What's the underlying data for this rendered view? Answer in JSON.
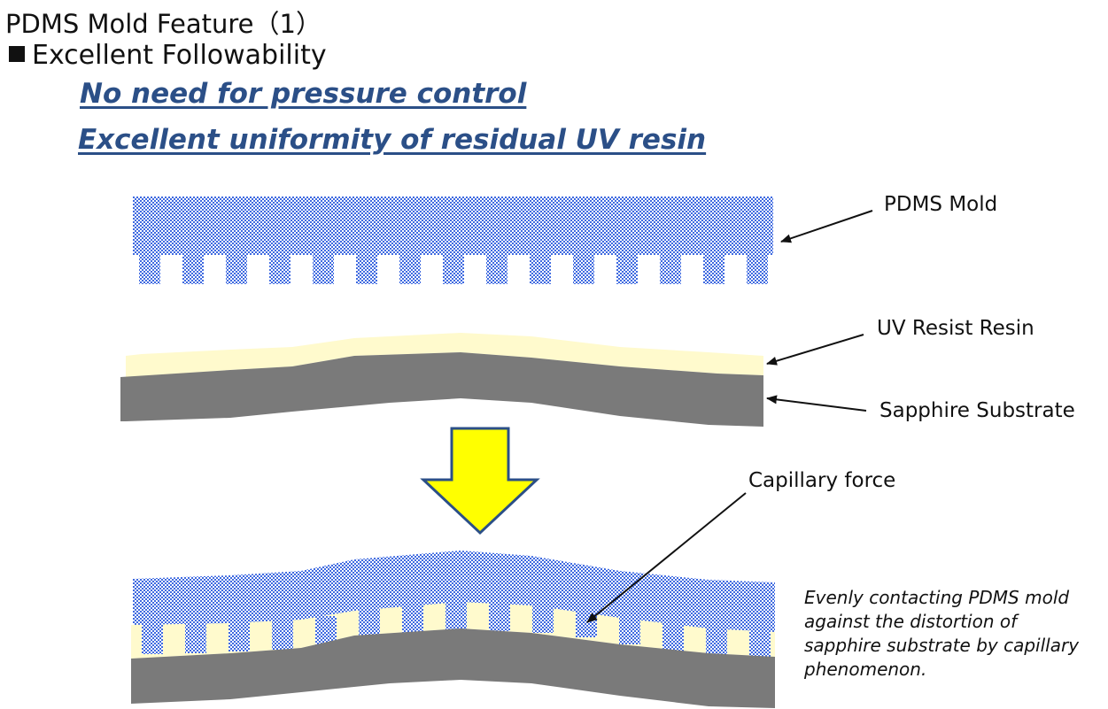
{
  "header": {
    "title": "PDMS Mold Feature（1）",
    "bullet": "Excellent Followability"
  },
  "highlights": {
    "line1": "No need for pressure control",
    "line2": "Excellent uniformity of residual UV resin"
  },
  "labels": {
    "pdms_mold": "PDMS Mold",
    "uv_resin": "UV Resist Resin",
    "substrate": "Sapphire Substrate",
    "capillary": "Capillary force"
  },
  "note": {
    "lines": [
      "Evenly contacting PDMS mold",
      "against the distortion of",
      "sapphire substrate by capillary",
      "phenomenon."
    ]
  },
  "colors": {
    "pdms": "#3f6ae0",
    "resin": "#fffacd",
    "substrate": "#7a7a7a",
    "arrow_fill": "#ffff00",
    "arrow_stroke": "#2b4f87",
    "headline": "#2b4f87"
  }
}
